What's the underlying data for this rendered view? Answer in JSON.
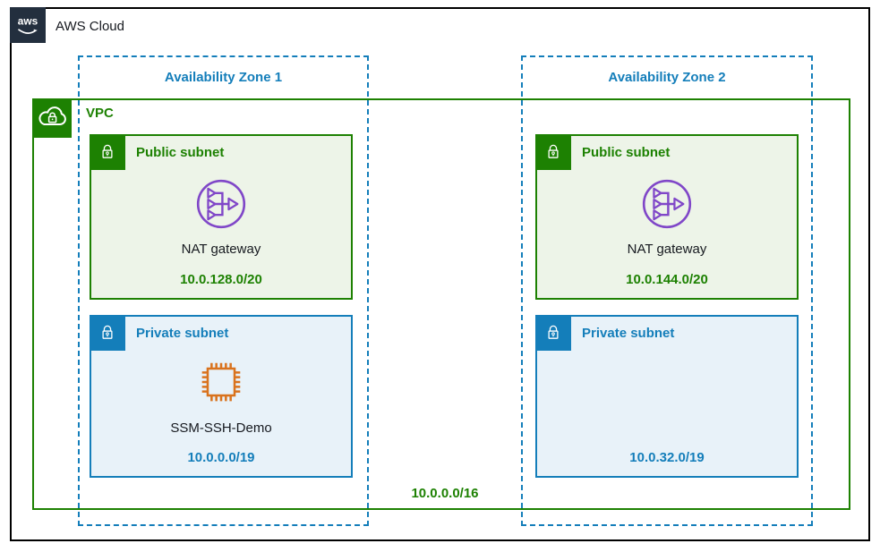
{
  "title": "AWS Cloud",
  "vpc": {
    "label": "VPC",
    "cidr": "10.0.0.0/16"
  },
  "zones": [
    {
      "label": "Availability Zone 1"
    },
    {
      "label": "Availability Zone 2"
    }
  ],
  "subnets": [
    {
      "type": "public",
      "label": "Public subnet",
      "cidr": "10.0.128.0/20",
      "resource_label": "NAT gateway",
      "resource_icon": "nat-gateway-icon"
    },
    {
      "type": "private",
      "label": "Private subnet",
      "cidr": "10.0.0.0/19",
      "resource_label": "SSM-SSH-Demo",
      "resource_icon": "ec2-instance-icon"
    },
    {
      "type": "public",
      "label": "Public subnet",
      "cidr": "10.0.144.0/20",
      "resource_label": "NAT gateway",
      "resource_icon": "nat-gateway-icon"
    },
    {
      "type": "private",
      "label": "Private subnet",
      "cidr": "10.0.32.0/19"
    }
  ],
  "icons": [
    {
      "name": "aws-logo",
      "glyph": "aws smile"
    },
    {
      "name": "vpc-icon",
      "glyph": "cloud with lock"
    },
    {
      "name": "lock-icon",
      "glyph": "padlock"
    },
    {
      "name": "nat-gateway-icon",
      "glyph": "three arrows merging into one arrow in circle"
    },
    {
      "name": "ec2-instance-icon",
      "glyph": "processor chip"
    }
  ],
  "colors": {
    "aws_navy": "#232f3e",
    "green": "#1d8102",
    "green_fill": "#edf4e8",
    "blue": "#147eba",
    "blue_fill": "#e8f2f9",
    "purple": "#8047c8",
    "orange": "#d9731e"
  }
}
